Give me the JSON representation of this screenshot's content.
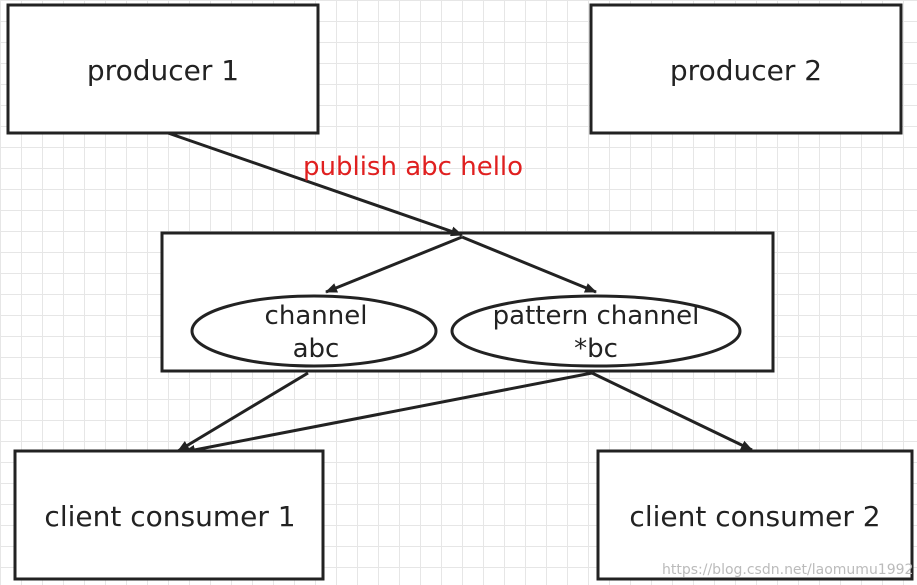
{
  "nodes": {
    "producer1": "producer 1",
    "producer2": "producer 2",
    "channel_line1": "channel",
    "channel_line2": "abc",
    "pattern_line1": "pattern channel",
    "pattern_line2": "*bc",
    "consumer1": "client consumer 1",
    "consumer2": "client consumer 2"
  },
  "edge_label": "publish abc hello",
  "watermark": "https://blog.csdn.net/laomumu1992",
  "colors": {
    "stroke": "#222222",
    "edge_label": "#e02020",
    "grid": "#e6e6e6"
  }
}
